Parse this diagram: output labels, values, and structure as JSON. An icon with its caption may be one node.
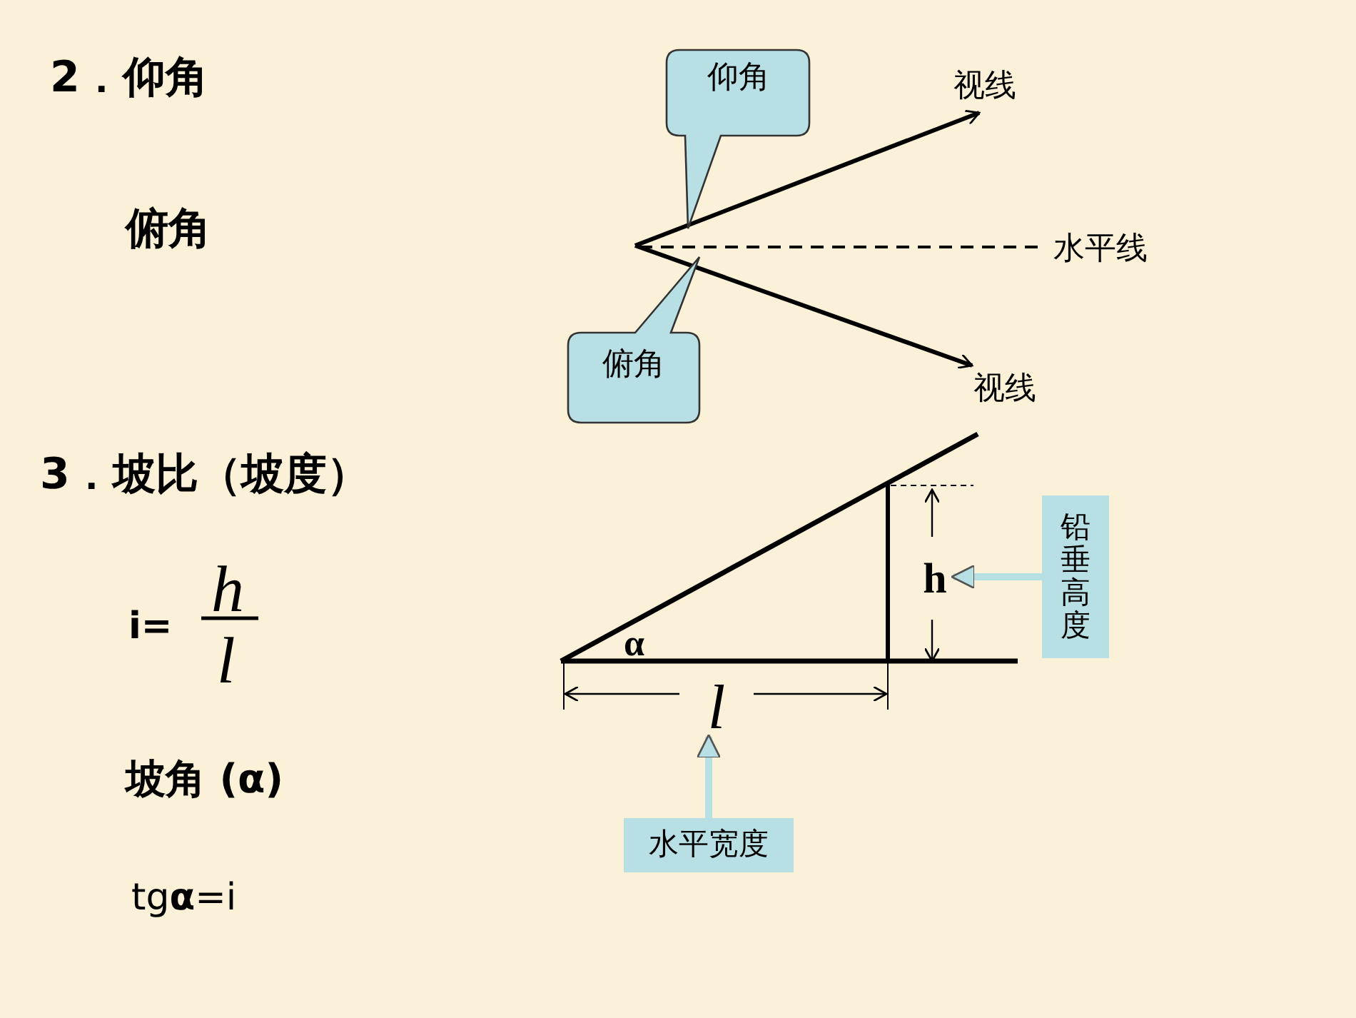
{
  "diagram": {
    "nodes": [
      {
        "text": [
          "仰角"
        ]
      },
      {
        "text": [
          "俯角"
        ]
      },
      {
        "text": [
          "铅垂高度"
        ]
      },
      {
        "text": [
          "h"
        ]
      },
      {
        "text": [
          "水平宽度"
        ]
      },
      {
        "text": [
          "l"
        ]
      }
    ],
    "edges": [
      {
        "from": 2,
        "to": 3,
        "arrow": "to"
      },
      {
        "from": 4,
        "to": 5,
        "arrow": "to"
      }
    ],
    "labels": [
      "2．仰角",
      "俯角",
      "视线",
      "水平线",
      "视线",
      "3．坡比（坡度）",
      "i=",
      "h",
      "l",
      "α",
      "坡角 (α)",
      "tg**α**=i"
    ]
  }
}
